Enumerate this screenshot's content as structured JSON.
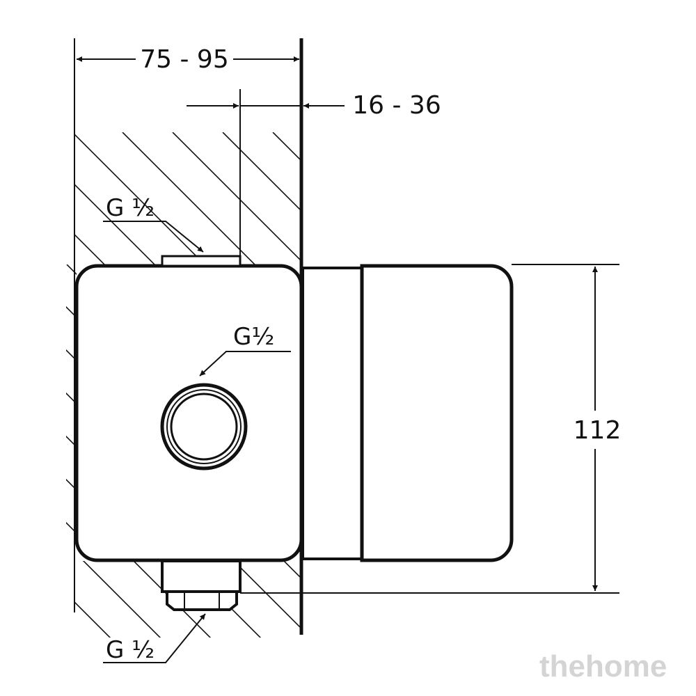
{
  "dimensions": {
    "depth_range": "75 - 95",
    "offset_range": "16 - 36",
    "height": "112"
  },
  "labels": {
    "top_connection": "G ½",
    "front_connection": "G½",
    "bottom_connection": "G ½"
  },
  "watermark": "thehome",
  "colors": {
    "line": "#111111",
    "watermark": "#d4d4d4"
  }
}
